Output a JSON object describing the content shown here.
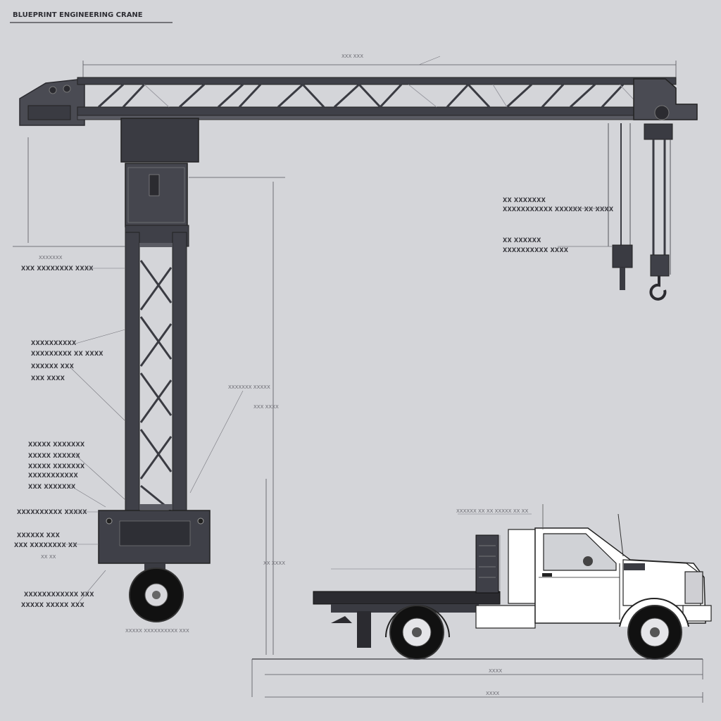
{
  "title": "BLUEPRINT ENGINEERING CRANE",
  "colors": {
    "background": "#d4d5d9",
    "ink": "#3a3a40",
    "steel": "#3f4048",
    "steel_light": "#5a5b63",
    "truck_body": "#ffffff",
    "dimension_line": "#55555c"
  },
  "dimensions": {
    "top_span": "XXX XXX",
    "mast_height": "XXX XXXX",
    "lower_height": "XX XXXX",
    "ground_span": "XXXX",
    "ground_span_2": "XXXX",
    "truck_top": "XXXXXX XX XX XXXXX XX XX"
  },
  "callouts": {
    "hook_upper": [
      "XX XXXXXXX",
      "XXXXXXXXXXX XXXXXX XX XXXX"
    ],
    "hook_lower": [
      "XX XXXXXX",
      "XXXXXXXXXX XXXX"
    ],
    "mast_top": [
      "XXXXXXX",
      "XXX XXXXXXXX XXXX"
    ],
    "mast_mid": [
      "XXXXXXXXXX",
      "XXXXXXXXX XX XXXX",
      "XXXXXX XXX",
      "XXX XXXX"
    ],
    "mast_lower": [
      "XXXXX XXXXXXX",
      "XXXXX XXXXXX",
      "XXXXX XXXXXXX",
      "XXXXXXXXXXX",
      "XXX XXXXXXX"
    ],
    "base": [
      "XXXXXXXXXX XXXXX",
      "XXXXXX XXX",
      "XXX XXXXXXXX XX",
      "XX XX"
    ],
    "wheel": [
      "XXXXXXXXXXXX XXX",
      "XXXXX XXXXX XXX"
    ],
    "wheel_note": "XXXXX XXXXXXXXXX XXX",
    "mid_note": "XXXXXXX XXXXX"
  }
}
